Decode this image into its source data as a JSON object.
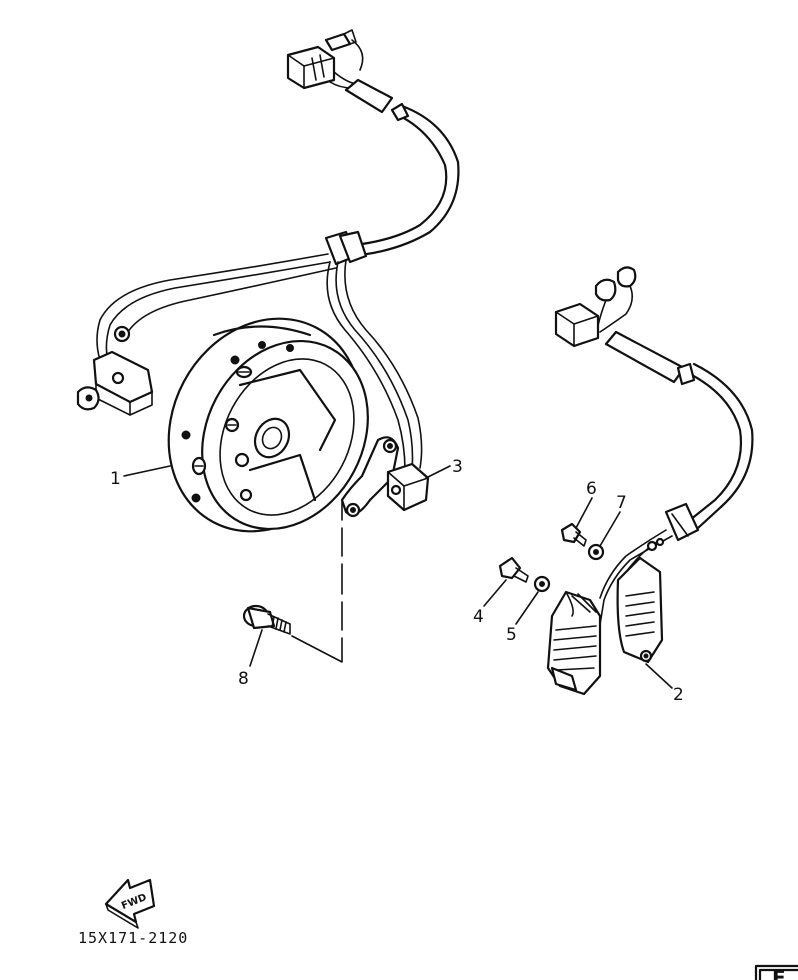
{
  "callouts": [
    {
      "id": "1",
      "label": "1"
    },
    {
      "id": "2",
      "label": "2"
    },
    {
      "id": "3",
      "label": "3"
    },
    {
      "id": "4",
      "label": "4"
    },
    {
      "id": "5",
      "label": "5"
    },
    {
      "id": "6",
      "label": "6"
    },
    {
      "id": "7",
      "label": "7"
    },
    {
      "id": "8",
      "label": "8"
    }
  ],
  "fwd_label": "FWD",
  "diagram_code": "15X171-2120",
  "corner_mark": "E"
}
